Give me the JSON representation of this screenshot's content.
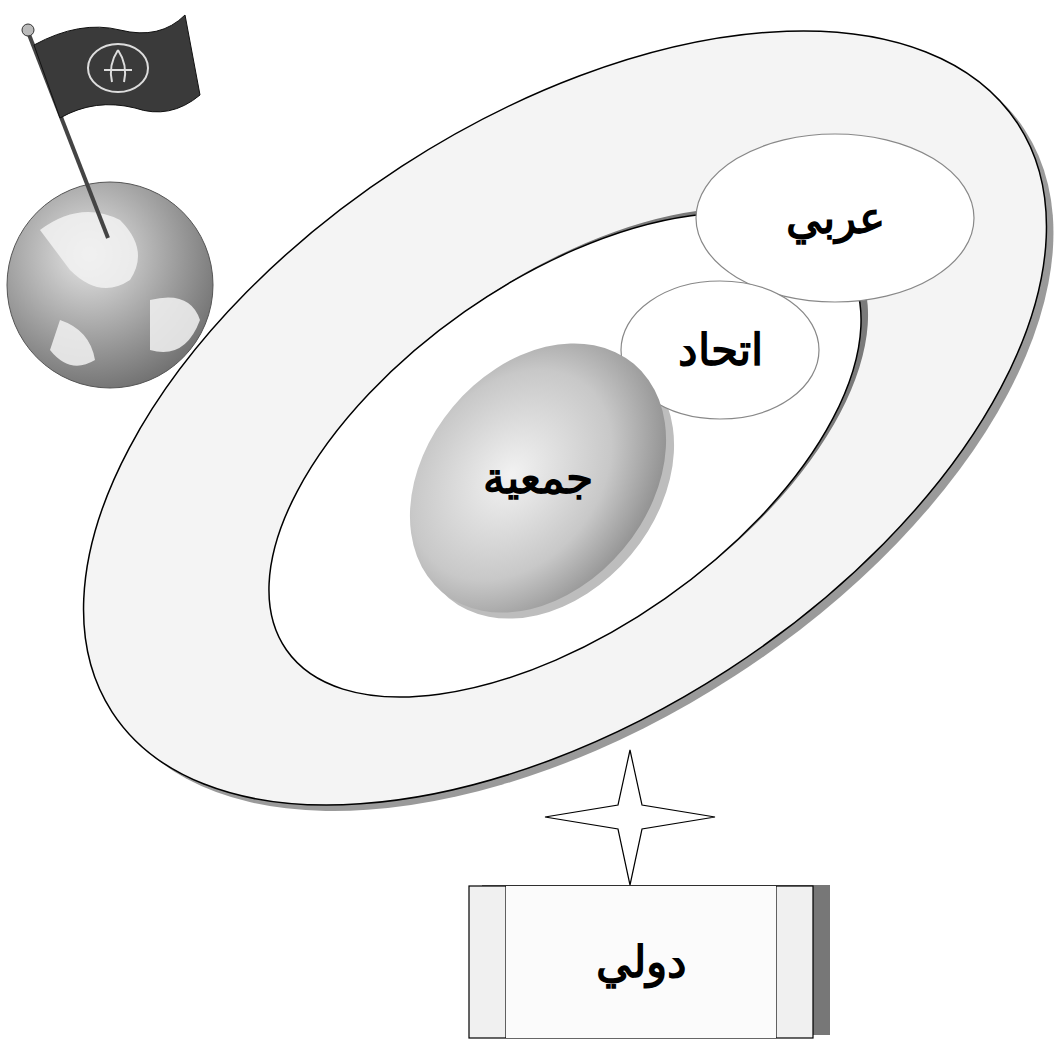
{
  "diagram": {
    "nodes": [
      {
        "text": [
          "عربي"
        ]
      },
      {
        "text": [
          "اتحاد"
        ]
      },
      {
        "text": [
          "جمعية"
        ]
      },
      {
        "text": [
          "دولي"
        ]
      }
    ]
  }
}
